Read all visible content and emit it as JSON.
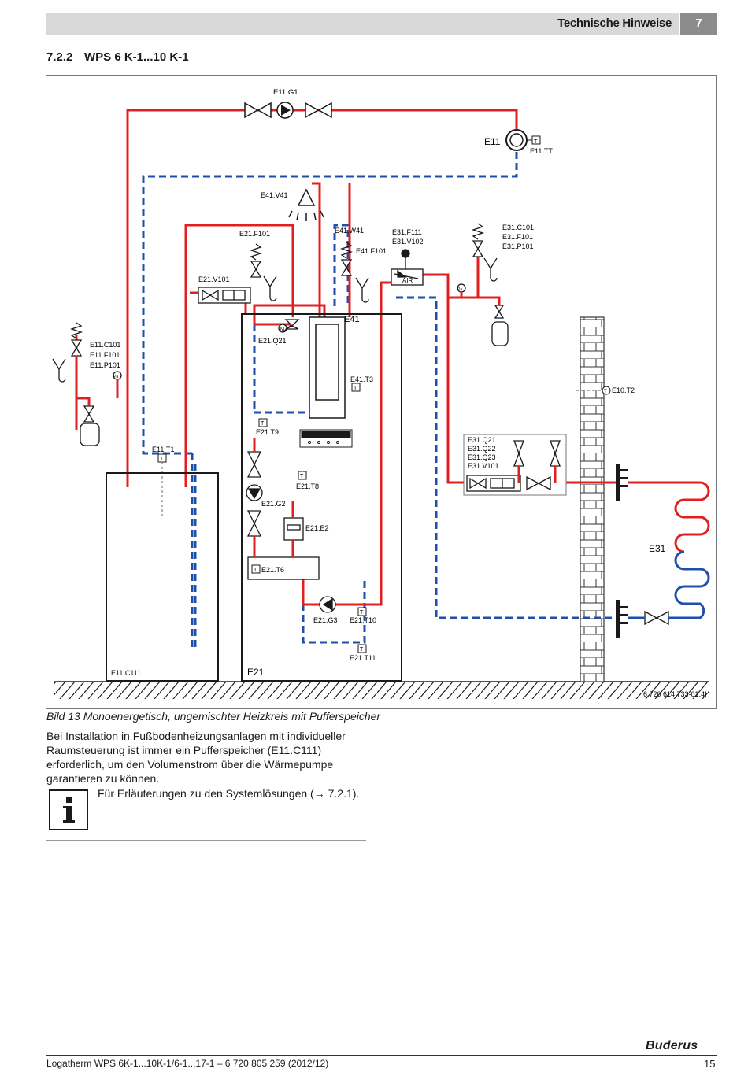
{
  "header": {
    "title": "Technische Hinweise",
    "chapter": "7"
  },
  "section": {
    "number": "7.2.2",
    "title": "WPS 6 K-1...10 K-1"
  },
  "diagram": {
    "labels": {
      "e11g1": "E11.G1",
      "e11": "E11",
      "e11tt": "E11.TT",
      "e41v41": "E41.V41",
      "e21f101": "E21.F101",
      "e41w41": "E41.W41",
      "e41f101": "E41.F101",
      "e31f111": "E31.F111",
      "e31v102": "E31.V102",
      "air": "AIR",
      "e31c101": "E31.C101",
      "e31f101": "E31.F101",
      "e31p101": "E31.P101",
      "e21v101": "E21.V101",
      "e41": "E41",
      "e21q21": "E21.Q21",
      "e11c101": "E11.C101",
      "e11f101": "E11.F101",
      "e11p101": "E11.P101",
      "e41t3": "E41.T3",
      "e10t2": "E10.T2",
      "e21t9": "E21.T9",
      "e11t1": "E11.T1",
      "e31q21": "E31.Q21",
      "e31q22": "E31.Q22",
      "e31q23": "E31.Q23",
      "e31v101": "E31.V101",
      "e21t8": "E21.T8",
      "e21g2": "E21.G2",
      "e21e2": "E21.E2",
      "e31": "E31",
      "e21t6": "E21.T6",
      "e21g3": "E21.G3",
      "e21t10": "E21.T10",
      "e21t11": "E21.T11",
      "e11c111": "E11.C111",
      "e21": "E21",
      "docref": "6 720 614 733-01.4I",
      "t": "T",
      "m": "M",
      "pa": "Pa"
    },
    "colors": {
      "supply": "#e02020",
      "return": "#1f4fa8",
      "frame": "#1a1a1a"
    }
  },
  "caption": "Bild 13  Monoenergetisch, ungemischter Heizkreis mit Pufferspeicher",
  "body_text": "Bei Installation in Fußbodenheizungsanlagen mit individueller Raumsteuerung ist immer ein Pufferspeicher (E11.C111) erforderlich, um den Volumenstrom über die Wärmepumpe garantieren zu können.",
  "note": {
    "icon": "info-icon",
    "text": "Für Erläuterungen zu den Systemlösungen (→ 7.2.1)."
  },
  "footer": {
    "brand": "Buderus",
    "doc": "Logatherm WPS 6K-1...10K-1/6-1...17-1 – 6 720 805 259 (2012/12)",
    "page": "15"
  }
}
